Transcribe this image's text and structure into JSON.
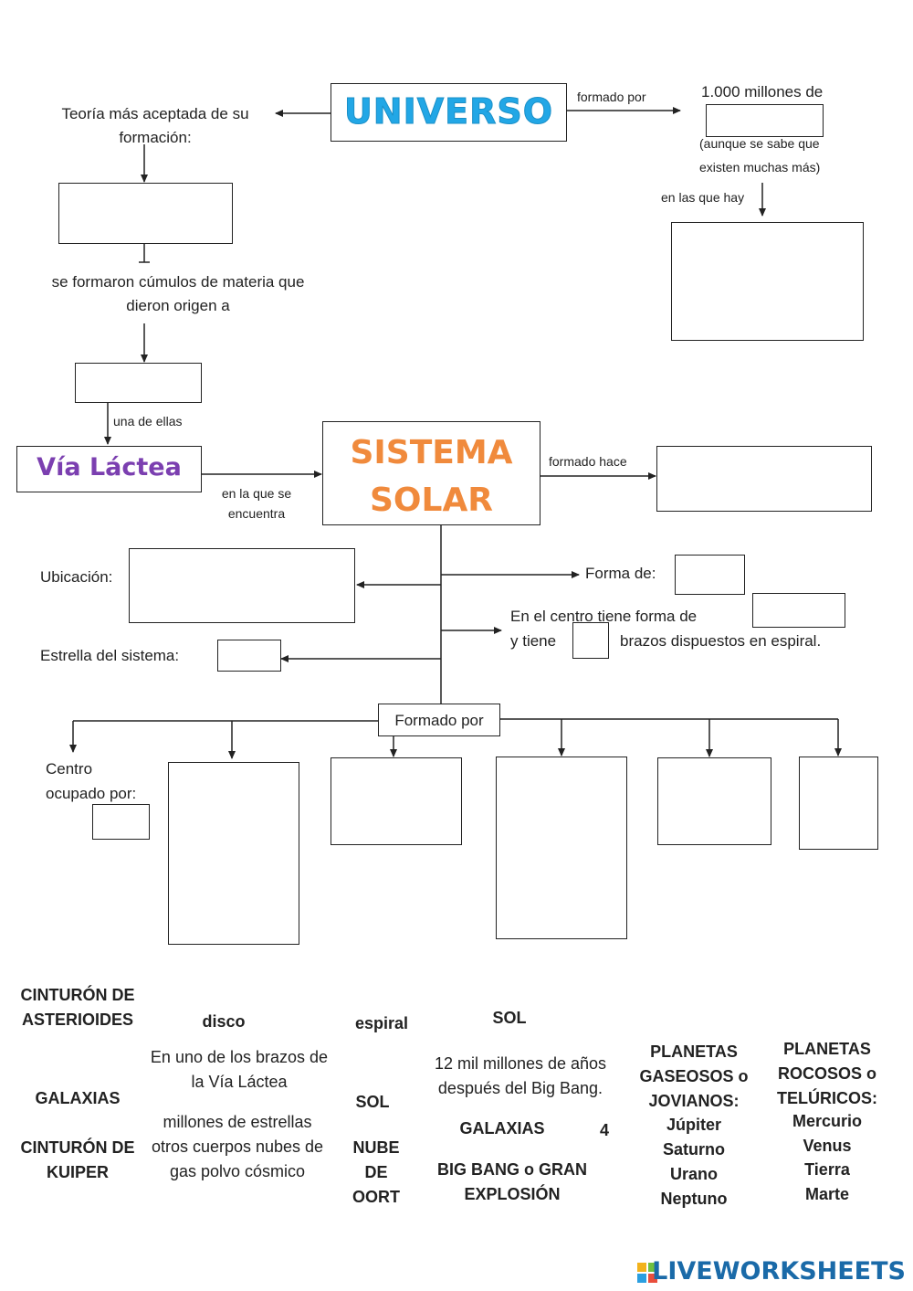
{
  "titles": {
    "universo": "UNIVERSO",
    "sistema_solar_line1": "SISTEMA",
    "sistema_solar_line2": "SOLAR",
    "via_lactea": "Vía Láctea"
  },
  "labels": {
    "teoria": "Teoría más aceptada de su formación:",
    "formado_por_top": "formado por",
    "mil_millones": "1.000 millones de",
    "aunque": "(aunque se sabe que existen muchas más)",
    "en_las_que_hay": "en las que hay",
    "se_formaron": "se formaron cúmulos de materia que dieron origen a",
    "una_de_ellas": "una de ellas",
    "en_la_que_se": "en la que se encuentra",
    "formado_hace": "formado hace",
    "ubicacion": "Ubicación:",
    "forma_de": "Forma de:",
    "en_el_centro": "En el centro tiene forma de",
    "y_tiene": "y tiene",
    "brazos": "brazos dispuestos en espiral.",
    "estrella": "Estrella del sistema:",
    "formado_por_mid": "Formado por",
    "centro_ocupado": "Centro ocupado por:"
  },
  "word_bank": {
    "col1": [
      "CINTURÓN DE ASTERIOIDES",
      "GALAXIAS",
      "CINTURÓN DE KUIPER"
    ],
    "col2": [
      "disco",
      "En uno de los brazos de la Vía Láctea",
      "millones de estrellas otros cuerpos nubes de gas polvo cósmico"
    ],
    "col3": [
      "espiral",
      "SOL",
      "NUBE DE OORT"
    ],
    "col4": [
      "SOL",
      "12 mil millones de años después del Big Bang.",
      "GALAXIAS",
      "4",
      "BIG BANG o GRAN EXPLOSIÓN"
    ],
    "col5": [
      "PLANETAS GASEOSOS o JOVIANOS:",
      "Júpiter",
      "Saturno",
      "Urano",
      "Neptuno"
    ],
    "col6": [
      "PLANETAS ROCOSOS o TELÚRICOS:",
      "Mercurio",
      "Venus",
      "Tierra",
      "Marte"
    ]
  },
  "footer": {
    "brand": "LIVEWORKSHEETS"
  },
  "colors": {
    "universo": "#22a7e6",
    "via_lactea": "#7b3fb0",
    "sistema_solar": "#f08a3c",
    "brand": "#1a6aa8"
  },
  "icons": [
    "arrow-icon",
    "liveworksheets-logo-icon"
  ]
}
